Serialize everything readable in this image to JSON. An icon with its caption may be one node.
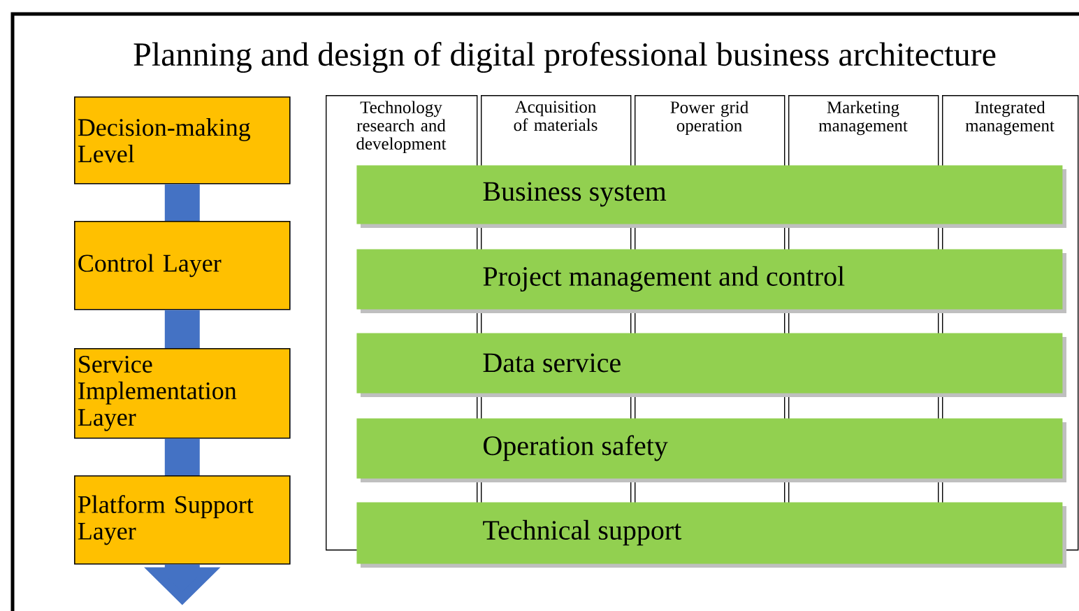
{
  "diagram": {
    "title": "Planning and design of digital professional business architecture",
    "nodes": [
      {
        "text": [
          "Decision-making Level"
        ]
      },
      {
        "text": [
          "Control Layer"
        ]
      },
      {
        "text": [
          "Service Implementation Layer"
        ]
      },
      {
        "text": [
          "Platform Support Layer"
        ]
      },
      {
        "text": [
          "Technology research and development"
        ]
      },
      {
        "text": [
          "Acquisition of materials"
        ]
      },
      {
        "text": [
          "Power grid operation"
        ]
      },
      {
        "text": [
          "Marketing management"
        ]
      },
      {
        "text": [
          "Integrated management"
        ]
      },
      {
        "text": [
          "Business system"
        ]
      },
      {
        "text": [
          "Project management and control"
        ]
      },
      {
        "text": [
          "Data service"
        ]
      },
      {
        "text": [
          "Operation safety"
        ]
      },
      {
        "text": [
          "Technical support"
        ]
      }
    ],
    "edges": [
      {
        "from": 0,
        "to": 1,
        "arrow": "none"
      },
      {
        "from": 1,
        "to": 2,
        "arrow": "none"
      },
      {
        "from": 2,
        "to": 3,
        "arrow": "none"
      },
      {
        "from": 3,
        "to": null,
        "arrow": "to"
      }
    ]
  }
}
